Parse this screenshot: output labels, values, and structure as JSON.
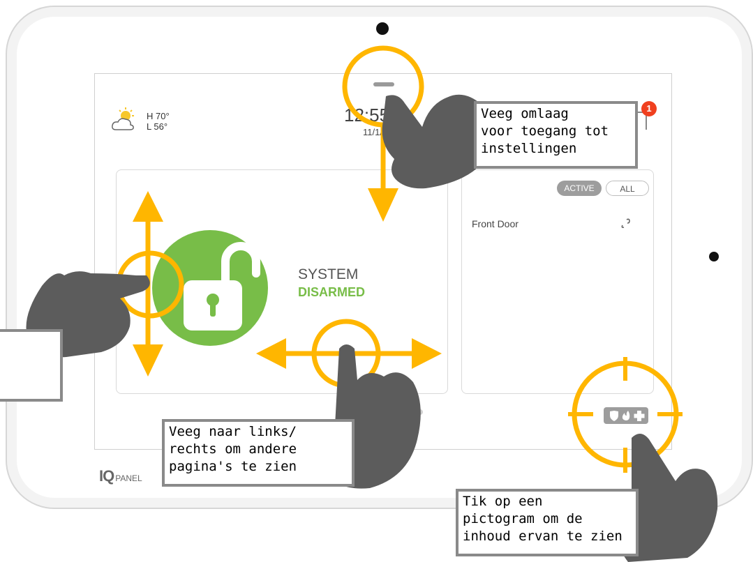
{
  "header": {
    "weather_high": "H 70°",
    "weather_low": "L 56°",
    "time": "12:55",
    "date": "11/1/1"
  },
  "arming": {
    "line1": "SYSTEM",
    "line2": "DISARMED",
    "status_color": "#78bd48"
  },
  "sensors": {
    "filter_active": "ACTIVE",
    "filter_all": "ALL",
    "items": [
      {
        "name": "Front Door",
        "state_icon": "open-link-icon"
      }
    ]
  },
  "notification_count": "1",
  "brand": {
    "mark": "IQ",
    "word": "PANEL"
  },
  "annotations": {
    "swipe_down": [
      "Veeg omlaag",
      "voor toegang tot",
      "instellingen"
    ],
    "swipe_sides": [
      "Veeg naar links/",
      "rechts om andere",
      "pagina's te zien"
    ],
    "tap_icon": [
      "Tik op een",
      "pictogram om de",
      "inhoud ervan te zien"
    ]
  },
  "colors": {
    "gesture": "#ffb600",
    "hand": "#5c5c5c",
    "accent_red": "#f0401f"
  }
}
